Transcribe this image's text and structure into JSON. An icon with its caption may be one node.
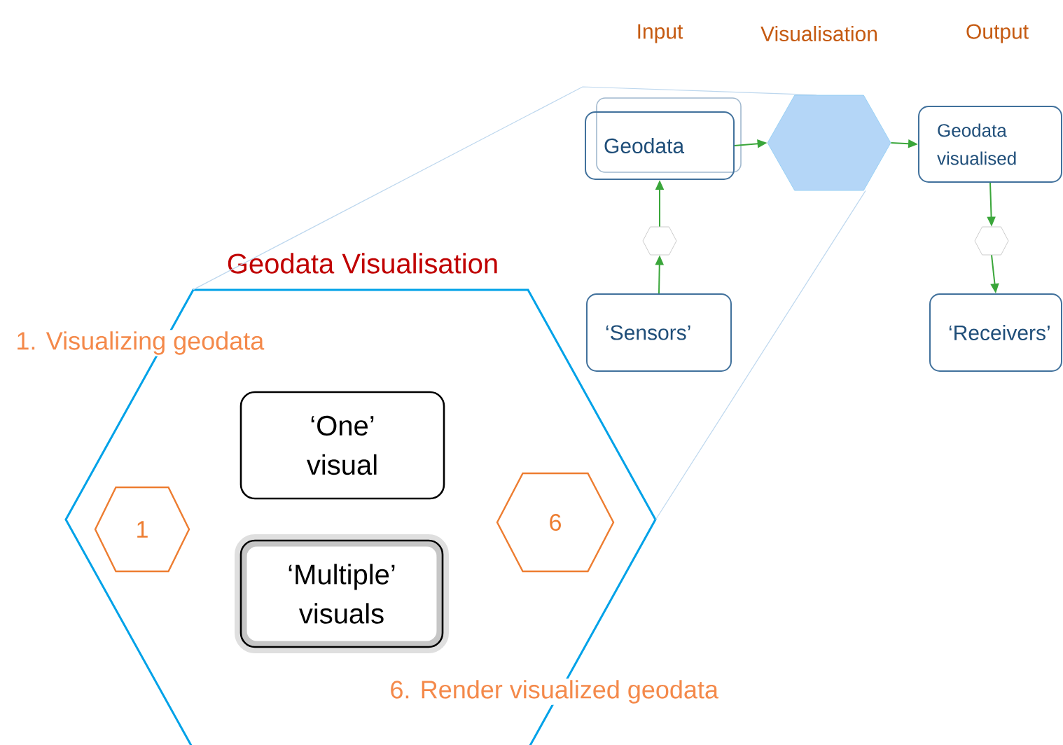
{
  "diagram": {
    "nodes": [
      {
        "text": [
          "Geodata"
        ]
      },
      {
        "text": [],
        "shape": "hexagon"
      },
      {
        "text": [
          "‘Sensors’"
        ]
      },
      {
        "text": [],
        "shape": "hexagon"
      },
      {
        "text": [
          "Geodata visualised"
        ]
      },
      {
        "text": [],
        "shape": "hexagon"
      },
      {
        "text": [
          "‘Receivers’"
        ]
      },
      {
        "text": [
          "Geodata Visualisation"
        ]
      },
      {
        "text": [
          "‘One’ visual"
        ],
        "in": 7
      },
      {
        "text": [
          "‘Multiple’ visuals"
        ],
        "in": 7
      },
      {
        "text": [
          "1"
        ],
        "in": 7
      },
      {
        "text": [
          "6"
        ],
        "in": 7
      }
    ],
    "edges": [
      {
        "from": 2,
        "to": 1,
        "arrow": "to"
      },
      {
        "from": 1,
        "to": 0,
        "arrow": "to"
      },
      {
        "from": 0,
        "to": 3,
        "arrow": "to"
      },
      {
        "from": 3,
        "to": 4,
        "arrow": "to"
      },
      {
        "from": 4,
        "to": 5,
        "arrow": "to"
      },
      {
        "from": 5,
        "to": 6,
        "arrow": "to"
      },
      {
        "from": 3,
        "to": 7,
        "arrow": "none",
        "color": "#bdd7ee"
      },
      {
        "from": 3,
        "to": 7,
        "arrow": "none",
        "color": "#bdd7ee"
      }
    ],
    "labels": [
      "Input",
      "Visualisation",
      "Output",
      "1. Visualizing geodata",
      "6. Render visualized geodata"
    ]
  }
}
